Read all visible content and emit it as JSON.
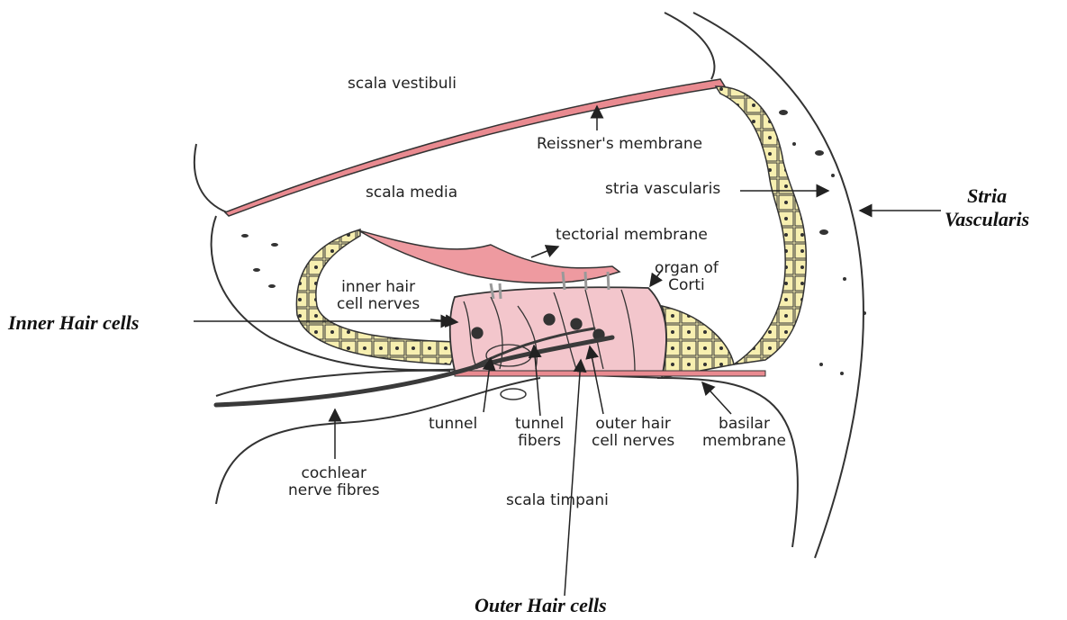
{
  "labels": {
    "scala_vestibuli": "scala vestibuli",
    "reissners_membrane": "Reissner's membrane",
    "scala_media": "scala media",
    "stria_vascularis": "stria vascularis",
    "tectorial_membrane": "tectorial membrane",
    "organ_of_corti": "organ of\nCorti",
    "inner_hair_cell_nerves": "inner hair\ncell nerves",
    "tunnel": "tunnel",
    "tunnel_fibers": "tunnel\nfibers",
    "outer_hair_cell_nerves": "outer hair\ncell nerves",
    "basilar_membrane": "basilar\nmembrane",
    "cochlear_nerve_fibres": "cochlear\nnerve fibres",
    "scala_timpani": "scala timpani"
  },
  "annotations": {
    "inner_hair_cells": "Inner Hair cells",
    "outer_hair_cells": "Outer Hair cells",
    "stria_vascularis": "Stria\nVascularis"
  },
  "colors": {
    "membrane": "#e98a90",
    "tectorial": "#ee9aa0",
    "corti": "#f3c6cc",
    "cells": "#f7efb0",
    "stroke": "#2b2b2b",
    "nerve": "#3a3a3a"
  }
}
